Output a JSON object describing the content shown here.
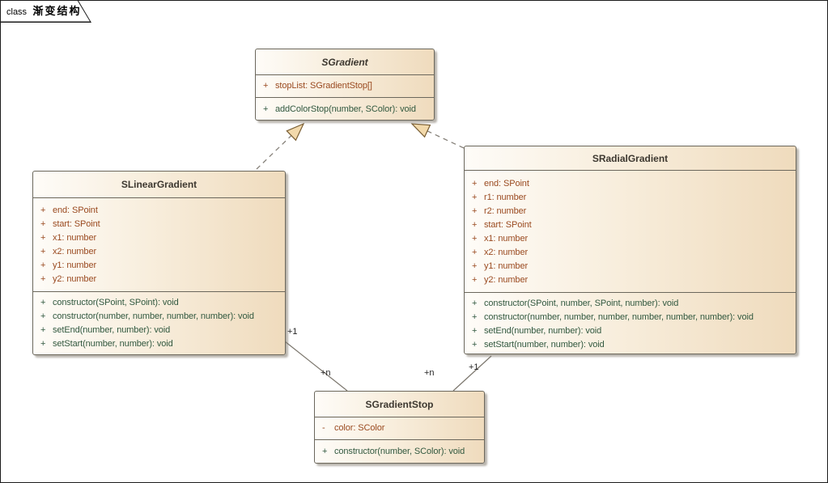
{
  "frame": {
    "keyword": "class",
    "title": "渐变结构"
  },
  "classes": {
    "sgradient": {
      "name": "SGradient",
      "abstract": true,
      "attributes": [
        {
          "vis": "+",
          "text": "stopList: SGradientStop[]"
        }
      ],
      "operations": [
        {
          "vis": "+",
          "text": "addColorStop(number, SColor): void"
        }
      ]
    },
    "slinear": {
      "name": "SLinearGradient",
      "abstract": false,
      "attributes": [
        {
          "vis": "+",
          "text": "end: SPoint"
        },
        {
          "vis": "+",
          "text": "start: SPoint"
        },
        {
          "vis": "+",
          "text": "x1: number"
        },
        {
          "vis": "+",
          "text": "x2: number"
        },
        {
          "vis": "+",
          "text": "y1: number"
        },
        {
          "vis": "+",
          "text": "y2: number"
        }
      ],
      "operations": [
        {
          "vis": "+",
          "text": "constructor(SPoint, SPoint): void"
        },
        {
          "vis": "+",
          "text": "constructor(number, number, number, number): void"
        },
        {
          "vis": "+",
          "text": "setEnd(number, number): void"
        },
        {
          "vis": "+",
          "text": "setStart(number, number): void"
        }
      ]
    },
    "sradial": {
      "name": "SRadialGradient",
      "abstract": false,
      "attributes": [
        {
          "vis": "+",
          "text": "end: SPoint"
        },
        {
          "vis": "+",
          "text": "r1: number"
        },
        {
          "vis": "+",
          "text": "r2: number"
        },
        {
          "vis": "+",
          "text": "start: SPoint"
        },
        {
          "vis": "+",
          "text": "x1: number"
        },
        {
          "vis": "+",
          "text": "x2: number"
        },
        {
          "vis": "+",
          "text": "y1: number"
        },
        {
          "vis": "+",
          "text": "y2: number"
        }
      ],
      "operations": [
        {
          "vis": "+",
          "text": "constructor(SPoint, number, SPoint, number): void"
        },
        {
          "vis": "+",
          "text": "constructor(number, number, number, number, number, number): void"
        },
        {
          "vis": "+",
          "text": "setEnd(number, number): void"
        },
        {
          "vis": "+",
          "text": "setStart(number, number): void"
        }
      ]
    },
    "sstop": {
      "name": "SGradientStop",
      "abstract": false,
      "attributes": [
        {
          "vis": "-",
          "text": "color: SColor"
        }
      ],
      "operations": [
        {
          "vis": "+",
          "text": "constructor(number, SColor): void"
        }
      ]
    }
  },
  "connectors": {
    "realizations": [
      {
        "source": "SLinearGradient",
        "target": "SGradient",
        "style": "dashed-triangle"
      },
      {
        "source": "SRadialGradient",
        "target": "SGradient",
        "style": "dashed-triangle"
      }
    ],
    "linear_stop": {
      "source": "SLinearGradient",
      "target": "SGradientStop",
      "source_label": "+1",
      "target_label": "+n"
    },
    "radial_stop": {
      "source": "SRadialGradient",
      "target": "SGradientStop",
      "source_label": "+1",
      "target_label": "+n"
    }
  },
  "colors": {
    "attribute_text": "#9a4a20",
    "operation_text": "#31583f",
    "title_text": "#3d3830",
    "box_border": "#6b675c",
    "box_fill_light": "#fefcf8",
    "box_fill_dark": "#efdbbd",
    "arrow_fill": "#f2d9ab",
    "arrow_border": "#7a5f35",
    "line": "#858079",
    "frame_border": "#1c1c1c"
  }
}
